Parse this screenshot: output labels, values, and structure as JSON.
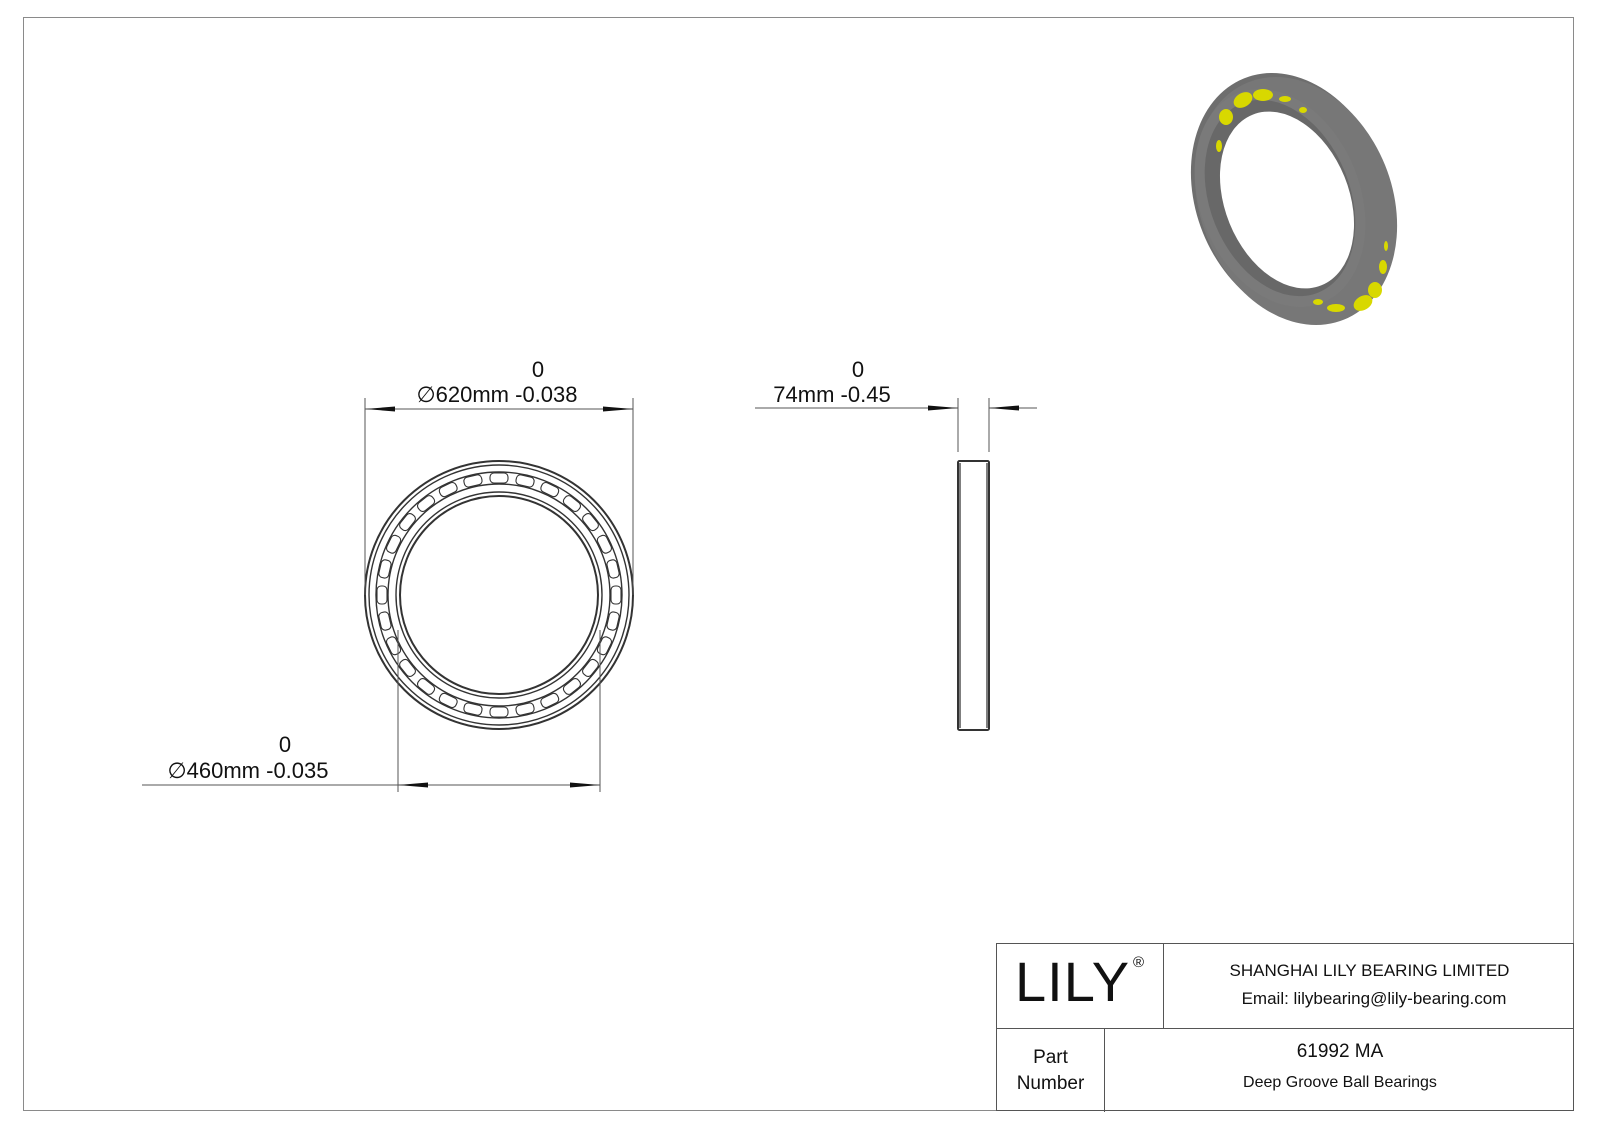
{
  "drawing": {
    "outer_diameter": {
      "upper_tolerance": "0",
      "label": "∅620mm -0.038",
      "symbol": "∅",
      "value": "620mm",
      "lower_tolerance": "-0.038"
    },
    "inner_diameter": {
      "upper_tolerance": "0",
      "label": "∅460mm -0.035",
      "symbol": "∅",
      "value": "460mm",
      "lower_tolerance": "-0.035"
    },
    "width": {
      "upper_tolerance": "0",
      "label": "74mm -0.45",
      "value": "74mm",
      "lower_tolerance": "-0.45"
    },
    "colors": {
      "line": "#333333",
      "dimension_line": "#555555",
      "bearing_body": "#6f6f6f",
      "balls": "#d8d800",
      "frame": "#8a8a8a"
    }
  },
  "title_block": {
    "logo": "LILY",
    "registered_mark": "®",
    "company": "SHANGHAI LILY BEARING LIMITED",
    "email": "Email: lilybearing@lily-bearing.com",
    "part_label_line1": "Part",
    "part_label_line2": "Number",
    "part_number": "61992 MA",
    "part_description": "Deep Groove Ball Bearings"
  }
}
